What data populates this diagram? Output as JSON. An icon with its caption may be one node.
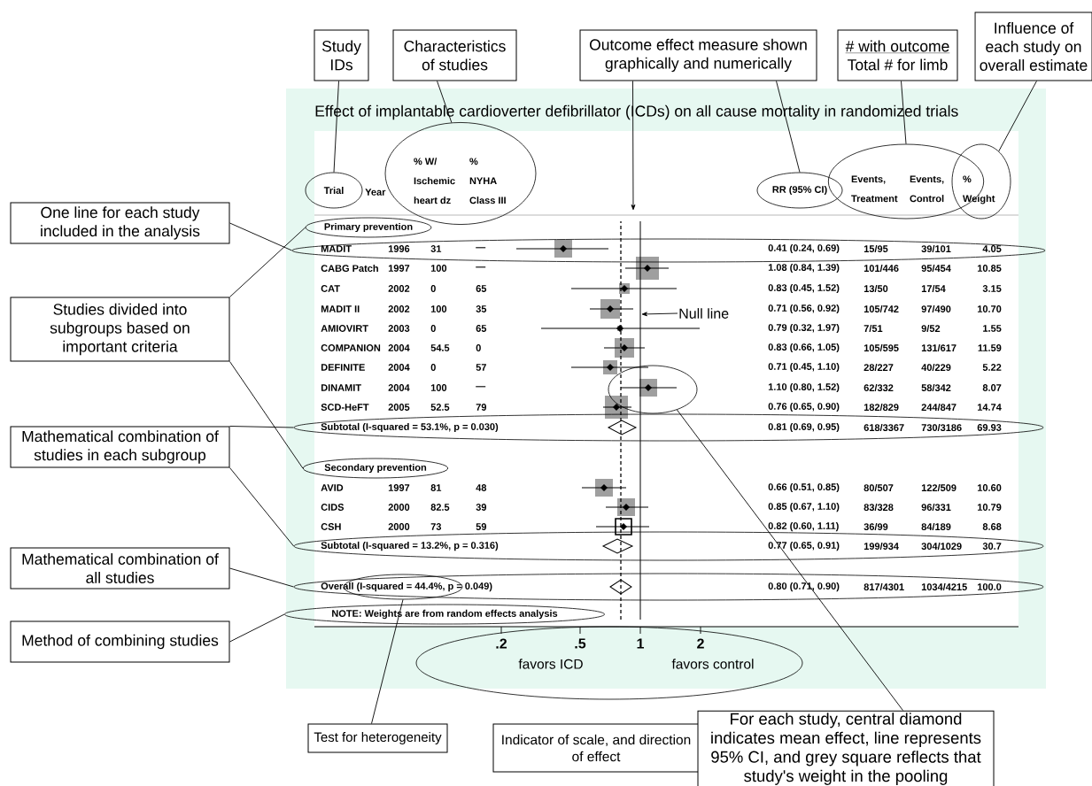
{
  "diagram": {
    "title": "Effect of implantable cardioverter defibrillator (ICDs) on all cause mortality in randomized trials",
    "nodes": [
      {
        "text": [
          "Study IDs"
        ]
      },
      {
        "text": [
          "Characteristics of studies"
        ]
      },
      {
        "text": [
          "Outcome effect measure shown graphically and numerically"
        ]
      },
      {
        "text": [
          "# with outcome",
          "Total # for limb"
        ]
      },
      {
        "text": [
          "Influence of each study on overall estimate"
        ]
      },
      {
        "text": [
          "One line for each study included in the analysis"
        ]
      },
      {
        "text": [
          "Studies divided into subgroups based on important criteria"
        ]
      },
      {
        "text": [
          "Mathematical combination of studies in each subgroup"
        ]
      },
      {
        "text": [
          "Mathematical combination of all studies"
        ]
      },
      {
        "text": [
          "Method of combining studies"
        ]
      },
      {
        "text": [
          "Test for heterogeneity"
        ]
      },
      {
        "text": [
          "Indicator of scale, and direction of effect"
        ]
      },
      {
        "text": [
          "For each study, central diamond indicates mean effect, line represents 95% CI, and grey square reflects that study's weight in the pooling"
        ]
      },
      {
        "text": [
          "Trial"
        ]
      },
      {
        "text": [
          "% W/ Ischemic heart dz",
          "% NYHA Class III"
        ]
      },
      {
        "text": [
          "RR (95% CI)"
        ]
      },
      {
        "text": [
          "Events, Treatment",
          "Events, Control"
        ]
      },
      {
        "text": [
          "% Weight"
        ]
      },
      {
        "text": [
          "Primary prevention"
        ]
      },
      {
        "text": [],
        "shape": "ellipse"
      },
      {
        "text": [
          "Null line"
        ]
      },
      {
        "text": [],
        "shape": "ellipse"
      },
      {
        "text": [],
        "shape": "ellipse"
      },
      {
        "text": [
          "Secondary prevention"
        ]
      },
      {
        "text": [],
        "shape": "ellipse"
      },
      {
        "text": [],
        "shape": "ellipse"
      },
      {
        "text": [],
        "shape": "ellipse",
        "in": 25
      },
      {
        "text": [
          "NOTE: Weights are from random effects analysis"
        ]
      },
      {
        "text": [],
        "shape": "line"
      },
      {
        "text": [],
        "shape": "line"
      }
    ],
    "edges": [
      {
        "from": 0,
        "to": 13,
        "arrow": "none"
      },
      {
        "from": 1,
        "to": 14,
        "arrow": "none"
      },
      {
        "from": 2,
        "to": null,
        "arrow": "to"
      },
      {
        "from": 2,
        "to": 15,
        "arrow": "none"
      },
      {
        "from": 3,
        "to": 16,
        "arrow": "none"
      },
      {
        "from": 4,
        "to": 17,
        "arrow": "none"
      },
      {
        "from": 5,
        "to": 19,
        "arrow": "none"
      },
      {
        "from": 6,
        "to": 18,
        "arrow": "none"
      },
      {
        "from": 6,
        "to": 23,
        "arrow": "none"
      },
      {
        "from": 7,
        "to": 22,
        "arrow": "none"
      },
      {
        "from": 7,
        "to": 24,
        "arrow": "none"
      },
      {
        "from": 8,
        "to": 25,
        "arrow": "none"
      },
      {
        "from": 9,
        "to": 27,
        "arrow": "none"
      },
      {
        "from": 10,
        "to": 26,
        "arrow": "none"
      },
      {
        "from": 12,
        "to": 21,
        "arrow": "none"
      },
      {
        "from": 20,
        "to": 29,
        "arrow": "to"
      }
    ],
    "labels": [
      "Year",
      "MADIT",
      "1996",
      "31",
      "—",
      "0.41 (0.24, 0.69)",
      "15/95",
      "39/101",
      "4.05",
      "CABG Patch",
      "1997",
      "100",
      "—",
      "1.08 (0.84, 1.39)",
      "101/446",
      "95/454",
      "10.85",
      "CAT",
      "2002",
      "0",
      "65",
      "0.83 (0.45, 1.52)",
      "13/50",
      "17/54",
      "3.15",
      "MADIT II",
      "2002",
      "100",
      "35",
      "0.71 (0.56, 0.92)",
      "105/742",
      "97/490",
      "10.70",
      "AMIOVIRT",
      "2003",
      "0",
      "65",
      "0.79 (0.32, 1.97)",
      "7/51",
      "9/52",
      "1.55",
      "COMPANION",
      "2004",
      "54.5",
      "0",
      "0.83 (0.66, 1.05)",
      "105/595",
      "131/617",
      "11.59",
      "DEFINITE",
      "2004",
      "0",
      "57",
      "0.71 (0.45, 1.10)",
      "28/227",
      "40/229",
      "5.22",
      "DINAMIT",
      "2004",
      "100",
      "—",
      "1.10 (0.80, 1.52)",
      "62/332",
      "58/342",
      "8.07",
      "SCD-HeFT",
      "2005",
      "52.5",
      "79",
      "0.76 (0.65, 0.90)",
      "182/829",
      "244/847",
      "14.74",
      "Subtotal (I-squared = 53.1%, p = 0.030)",
      "0.81 (0.69, 0.95)",
      "618/3367",
      "730/3186",
      "69.93",
      "AVID",
      "1997",
      "81",
      "48",
      "0.66 (0.51, 0.85)",
      "80/507",
      "122/509",
      "10.60",
      "CIDS",
      "2000",
      "82.5",
      "39",
      "0.85 (0.67, 1.10)",
      "83/328",
      "96/331",
      "10.79",
      "CSH",
      "2000",
      "73",
      "59",
      "0.82 (0.60, 1.11)",
      "36/99",
      "84/189",
      "8.68",
      "Subtotal (I-squared = 13.2%, p = 0.316)",
      "0.77 (0.65, 0.91)",
      "199/934",
      "304/1029",
      "30.7",
      "Overall (I-squared = 44.4%, p = 0.049)",
      "0.80 (0.71, 0.90)",
      "817/4301",
      "1034/4215",
      "100.0",
      ".2",
      ".5",
      "1",
      "2",
      "favors ICD",
      "favors control"
    ]
  }
}
